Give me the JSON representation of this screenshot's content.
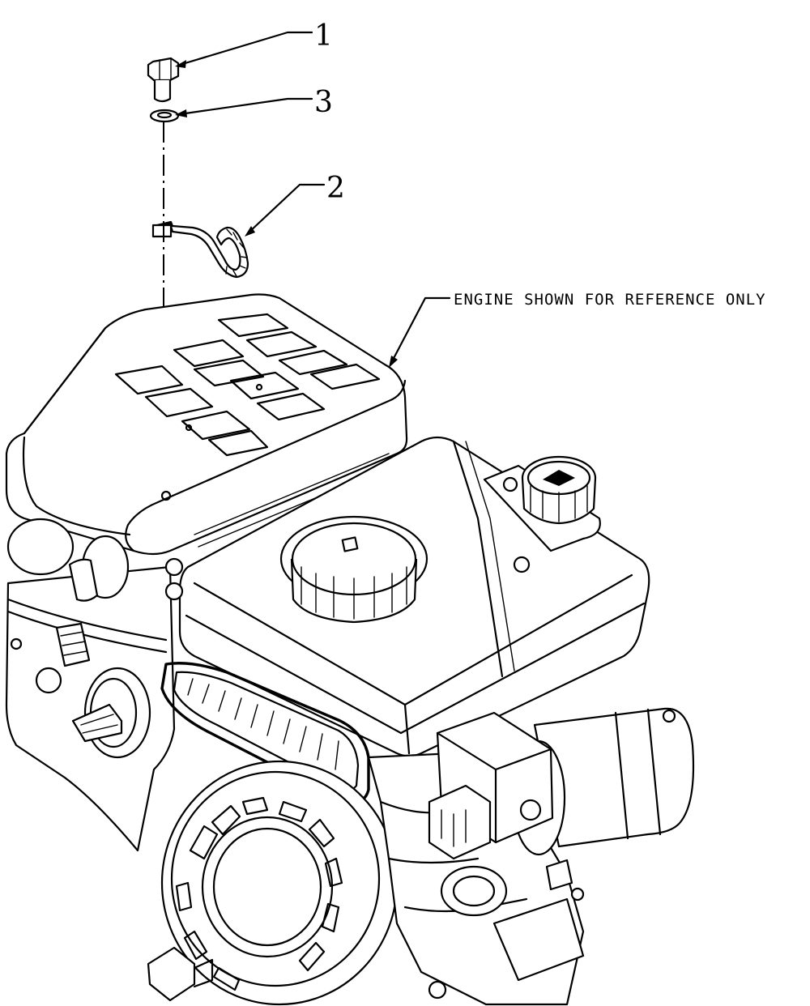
{
  "callouts": [
    {
      "label": "1",
      "part": "bolt"
    },
    {
      "label": "3",
      "part": "washer"
    },
    {
      "label": "2",
      "part": "clip"
    }
  ],
  "reference_note": "ENGINE SHOWN FOR REFERENCE ONLY"
}
